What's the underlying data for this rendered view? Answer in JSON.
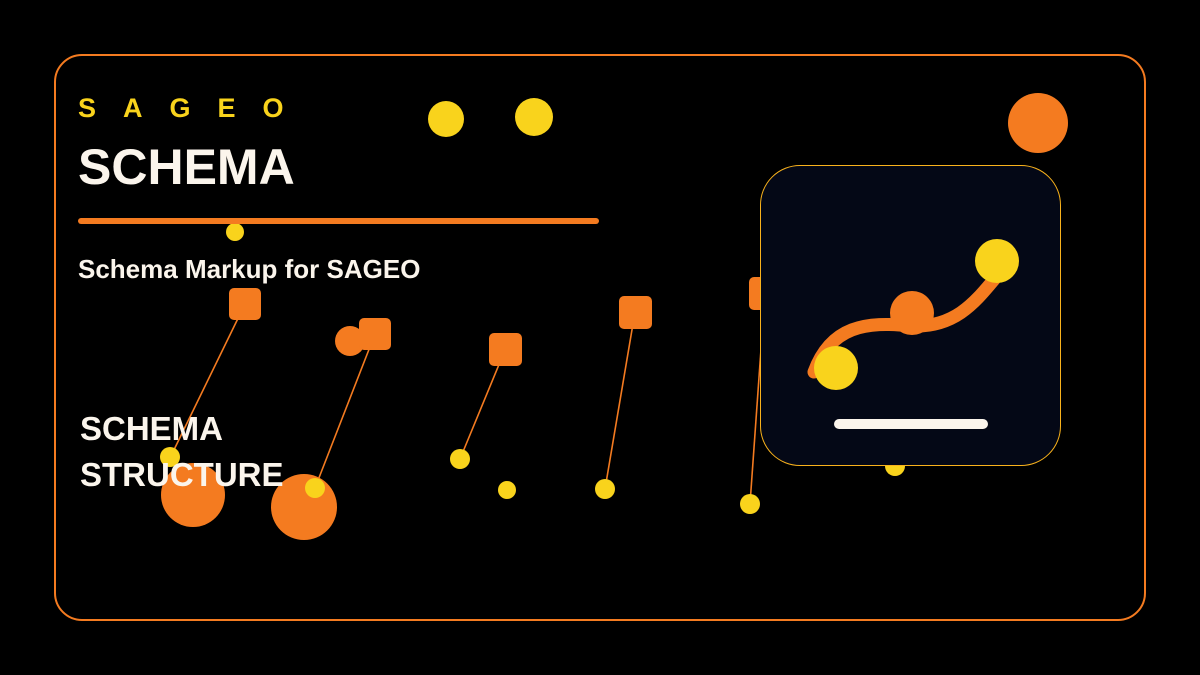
{
  "brand": "SAGEO",
  "title": "SCHEMA",
  "subtitle": "Schema Markup for SAGEO",
  "section_label": {
    "line1": "SCHEMA",
    "line2": "STRUCTURE"
  },
  "colors": {
    "background": "#000000",
    "accent_orange": "#f47b20",
    "accent_yellow": "#f9d31c",
    "text": "#fbf5ec",
    "card_background": "#040816"
  },
  "icons": {
    "card": "trend-curve-icon"
  }
}
